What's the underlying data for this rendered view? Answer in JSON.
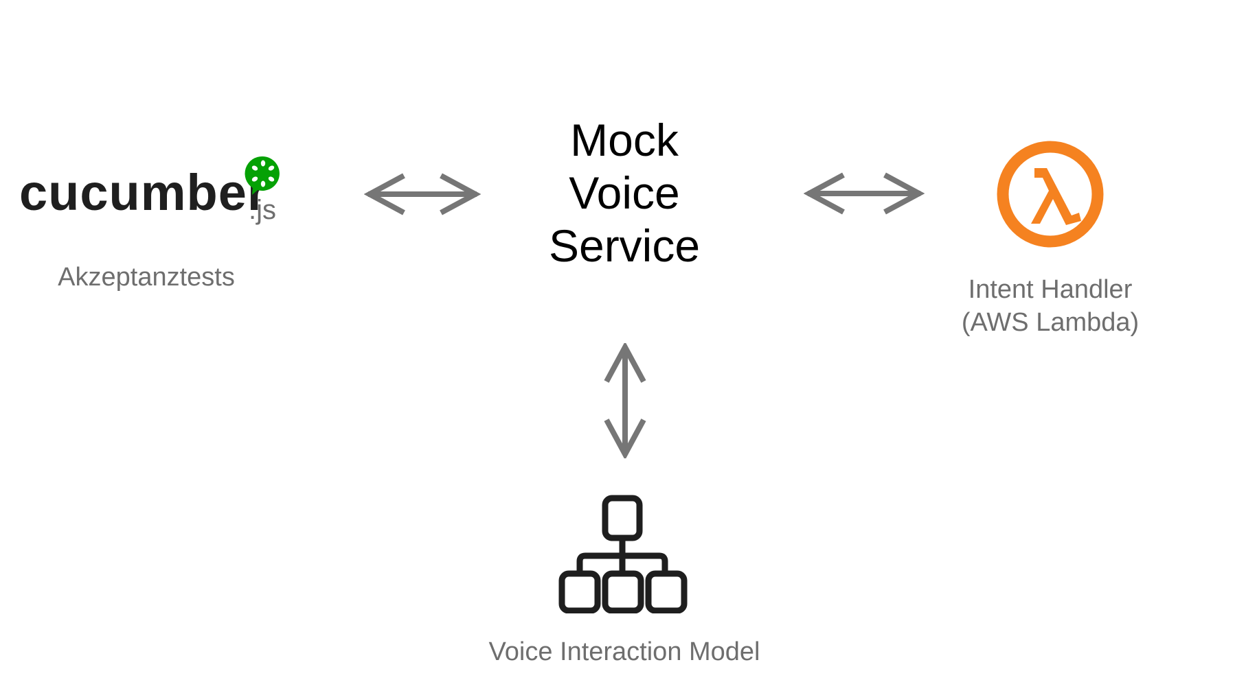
{
  "diagram": {
    "center_node": {
      "lines": [
        "Mock",
        "Voice",
        "Service"
      ]
    },
    "left_node": {
      "logo_text": "cucumber",
      "logo_suffix": ".js",
      "logo_icon": "cucumber-icon",
      "label": "Akzeptanztests",
      "brand_color": "#05a105"
    },
    "right_node": {
      "icon": "aws-lambda-icon",
      "label_lines": [
        "Intent Handler",
        "(AWS Lambda)"
      ],
      "brand_color": "#f58220"
    },
    "bottom_node": {
      "icon": "hierarchy-icon",
      "label": "Voice Interaction Model"
    },
    "connectors": [
      {
        "from": "left_node",
        "to": "center_node",
        "type": "bidirectional",
        "icon": "double-arrow-horizontal-icon"
      },
      {
        "from": "center_node",
        "to": "right_node",
        "type": "bidirectional",
        "icon": "double-arrow-horizontal-icon"
      },
      {
        "from": "center_node",
        "to": "bottom_node",
        "type": "bidirectional",
        "icon": "double-arrow-vertical-icon"
      }
    ],
    "arrow_color": "#767676",
    "text_gray": "#6e6e6e"
  }
}
